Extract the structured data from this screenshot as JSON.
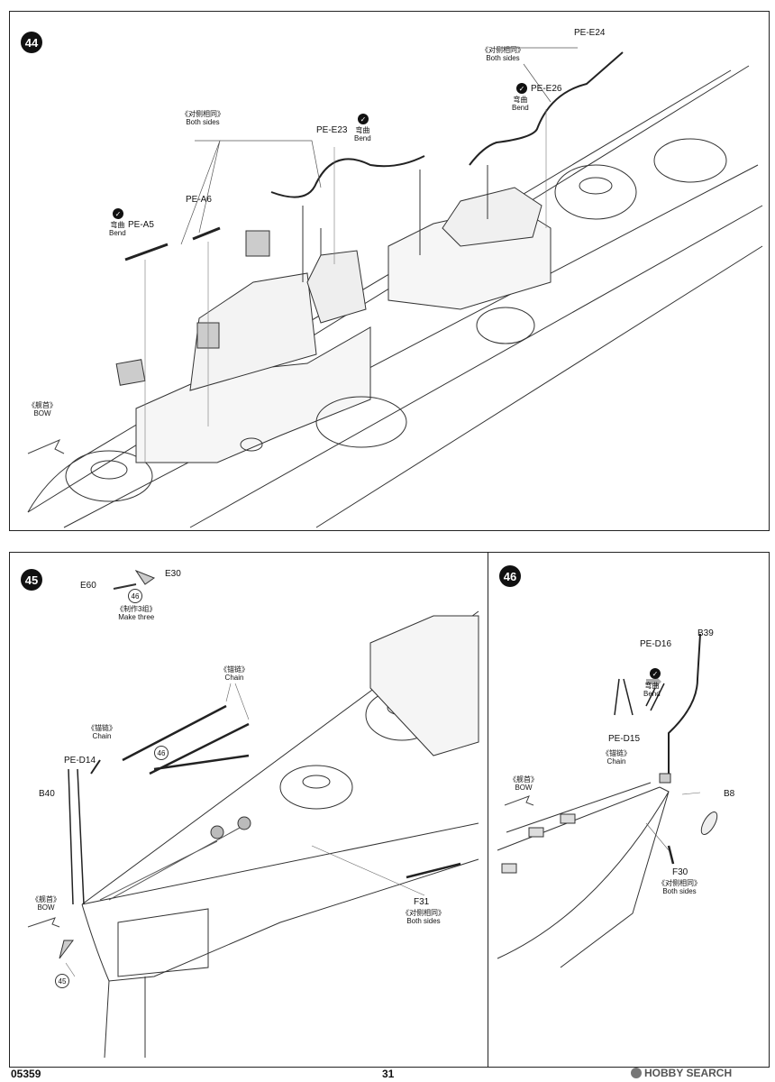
{
  "steps": {
    "s44": "44",
    "s45": "45",
    "s46": "46"
  },
  "bend": {
    "cn": "弯曲",
    "en": "Bend"
  },
  "both_sides": {
    "cn": "《对侧相同》",
    "en": "Both sides"
  },
  "bow": {
    "cn": "《舰首》",
    "en": "BOW"
  },
  "chain": {
    "cn": "《锚链》",
    "en": "Chain"
  },
  "make_three": {
    "cn": "《制作3组》",
    "en": "Make three"
  },
  "step44": {
    "parts": {
      "pe_e24": "PE-E24",
      "pe_e26": "PE-E26",
      "pe_e23": "PE-E23",
      "pe_a6": "PE-A6",
      "pe_a5": "PE-A5"
    }
  },
  "step45": {
    "parts": {
      "e60": "E60",
      "e30": "E30",
      "pe_d14": "PE-D14",
      "b40": "B40",
      "f31": "F31"
    },
    "ref": "46",
    "ref_bottom": "45"
  },
  "step46": {
    "parts": {
      "pe_d16": "PE-D16",
      "b39": "B39",
      "pe_d15": "PE-D15",
      "b8": "B8",
      "f30": "F30"
    }
  },
  "footer": {
    "code": "05359",
    "page": "31"
  },
  "watermark": "HOBBY SEARCH"
}
